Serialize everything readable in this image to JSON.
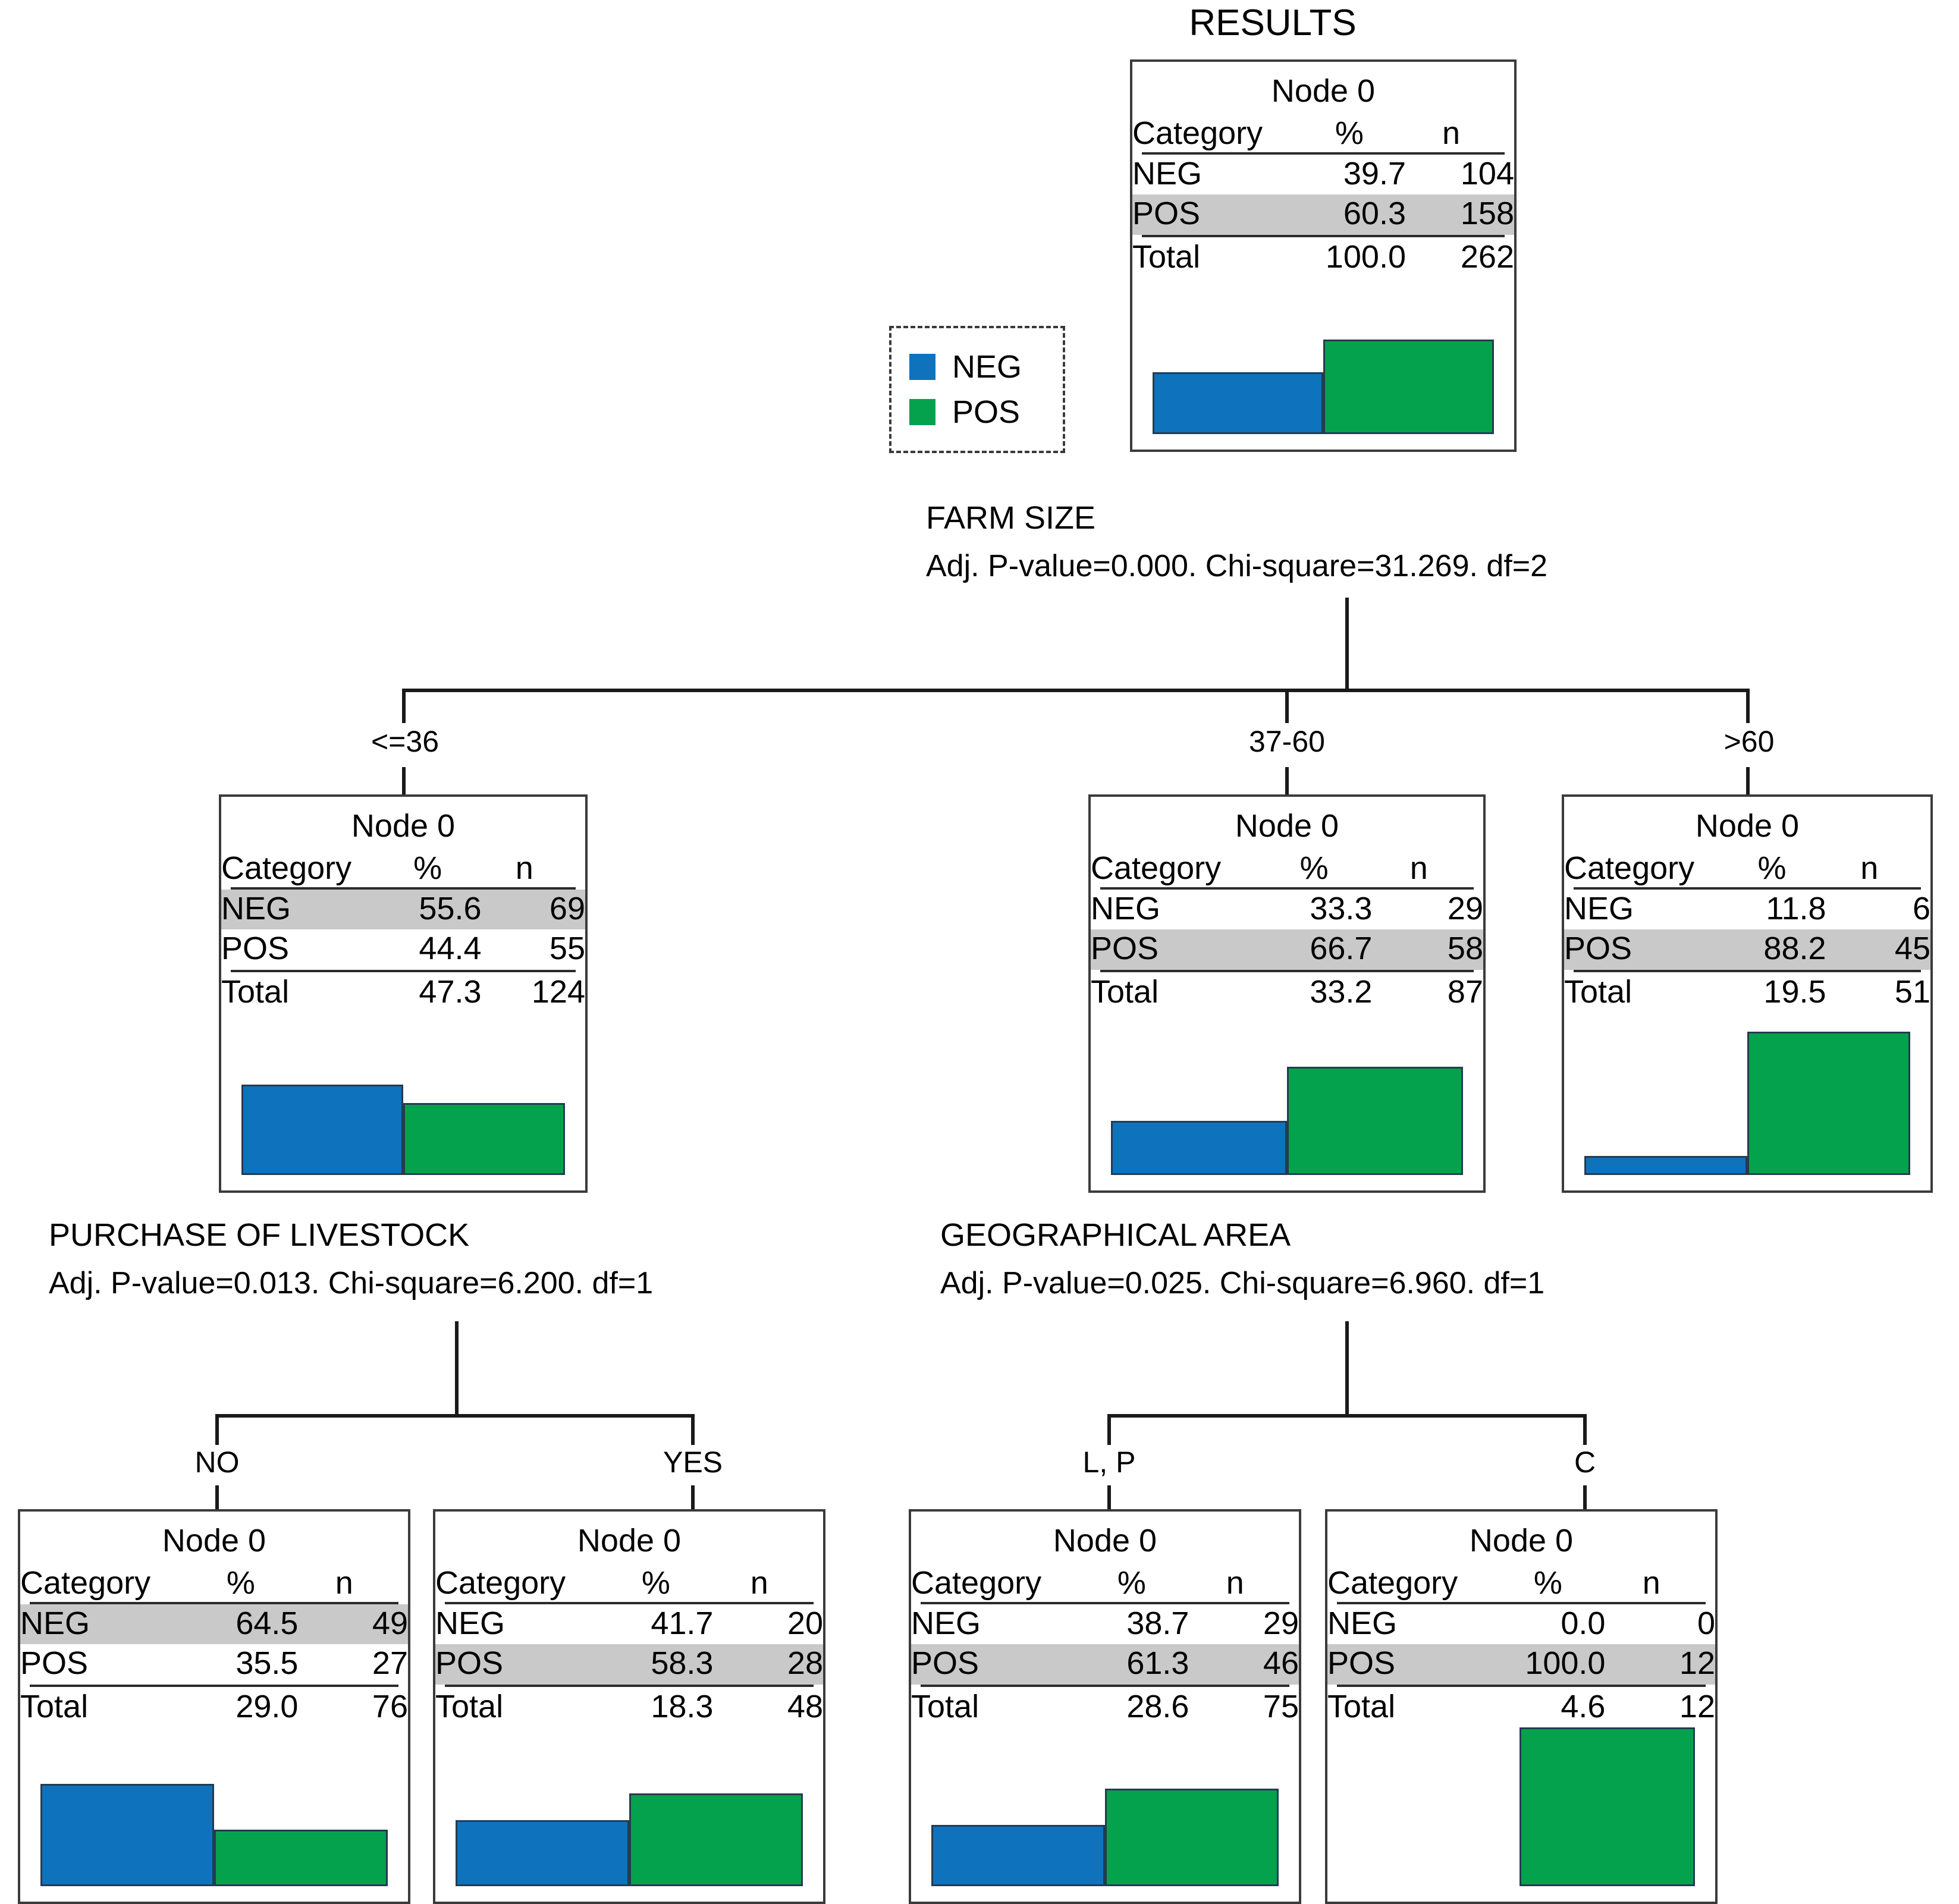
{
  "title": "RESULTS",
  "colors": {
    "neg": "#0f72bc",
    "pos": "#04a24d",
    "highlight": "#c9c9c9",
    "border": "#3b3b3b",
    "line": "#1a1a1a"
  },
  "legend": {
    "items": [
      {
        "label": "NEG",
        "color_key": "neg"
      },
      {
        "label": "POS",
        "color_key": "pos"
      }
    ]
  },
  "table_headers": {
    "category": "Category",
    "percent": "%",
    "count": "n"
  },
  "node_title": "Node 0",
  "splits": [
    {
      "id": "farm-size",
      "variable": "FARM SIZE",
      "stats": "Adj. P-value=0.000.  Chi-square=31.269. df=2",
      "p_value": "0.000",
      "chi_square": "31.269",
      "df": "2",
      "branches": [
        "<=36",
        "37-60",
        ">60"
      ]
    },
    {
      "id": "purchase-of-livestock",
      "variable": "PURCHASE OF LIVESTOCK",
      "stats": "Adj. P-value=0.013.  Chi-square=6.200. df=1",
      "p_value": "0.013",
      "chi_square": "6.200",
      "df": "1",
      "branches": [
        "NO",
        "YES"
      ]
    },
    {
      "id": "geographical-area",
      "variable": "GEOGRAPHICAL AREA",
      "stats": "Adj. P-value=0.025.  Chi-square=6.960. df=1",
      "p_value": "0.025",
      "chi_square": "6.960",
      "df": "1",
      "branches": [
        "L, P",
        "C"
      ]
    }
  ],
  "nodes": {
    "root": {
      "title": "Node 0",
      "branch_label": "",
      "rows": [
        {
          "category": "NEG",
          "percent": "39.7",
          "n": "104",
          "highlight": false
        },
        {
          "category": "POS",
          "percent": "60.3",
          "n": "158",
          "highlight": true
        }
      ],
      "total": {
        "category": "Total",
        "percent": "100.0",
        "n": "262"
      }
    },
    "fs_le36": {
      "title": "Node 0",
      "branch_label": "<=36",
      "rows": [
        {
          "category": "NEG",
          "percent": "55.6",
          "n": "69",
          "highlight": true
        },
        {
          "category": "POS",
          "percent": "44.4",
          "n": "55",
          "highlight": false
        }
      ],
      "total": {
        "category": "Total",
        "percent": "47.3",
        "n": "124"
      }
    },
    "fs_37_60": {
      "title": "Node 0",
      "branch_label": "37-60",
      "rows": [
        {
          "category": "NEG",
          "percent": "33.3",
          "n": "29",
          "highlight": false
        },
        {
          "category": "POS",
          "percent": "66.7",
          "n": "58",
          "highlight": true
        }
      ],
      "total": {
        "category": "Total",
        "percent": "33.2",
        "n": "87"
      }
    },
    "fs_gt60": {
      "title": "Node 0",
      "branch_label": ">60",
      "rows": [
        {
          "category": "NEG",
          "percent": "11.8",
          "n": "6",
          "highlight": false
        },
        {
          "category": "POS",
          "percent": "88.2",
          "n": "45",
          "highlight": true
        }
      ],
      "total": {
        "category": "Total",
        "percent": "19.5",
        "n": "51"
      }
    },
    "pl_no": {
      "title": "Node 0",
      "branch_label": "NO",
      "rows": [
        {
          "category": "NEG",
          "percent": "64.5",
          "n": "49",
          "highlight": true
        },
        {
          "category": "POS",
          "percent": "35.5",
          "n": "27",
          "highlight": false
        }
      ],
      "total": {
        "category": "Total",
        "percent": "29.0",
        "n": "76"
      }
    },
    "pl_yes": {
      "title": "Node 0",
      "branch_label": "YES",
      "rows": [
        {
          "category": "NEG",
          "percent": "41.7",
          "n": "20",
          "highlight": false
        },
        {
          "category": "POS",
          "percent": "58.3",
          "n": "28",
          "highlight": true
        }
      ],
      "total": {
        "category": "Total",
        "percent": "18.3",
        "n": "48"
      }
    },
    "ga_lp": {
      "title": "Node 0",
      "branch_label": "L, P",
      "rows": [
        {
          "category": "NEG",
          "percent": "38.7",
          "n": "29",
          "highlight": false
        },
        {
          "category": "POS",
          "percent": "61.3",
          "n": "46",
          "highlight": true
        }
      ],
      "total": {
        "category": "Total",
        "percent": "28.6",
        "n": "75"
      }
    },
    "ga_c": {
      "title": "Node 0",
      "branch_label": "C",
      "rows": [
        {
          "category": "NEG",
          "percent": "0.0",
          "n": "0",
          "highlight": false
        },
        {
          "category": "POS",
          "percent": "100.0",
          "n": "12",
          "highlight": true
        }
      ],
      "total": {
        "category": "Total",
        "percent": "4.6",
        "n": "12"
      }
    }
  },
  "chart_data": {
    "type": "bar",
    "title": "RESULTS",
    "legend": [
      "NEG",
      "POS"
    ],
    "legend_position": "left-of-root",
    "target": "RESULTS",
    "tree_type": "CHAID decision tree",
    "root": {
      "name": "Node 0",
      "categories": [
        "NEG",
        "POS"
      ],
      "percent": [
        39.7,
        60.3
      ],
      "n": [
        104,
        158
      ],
      "total_percent": 100.0,
      "total_n": 262,
      "split_variable": "FARM SIZE",
      "adj_p_value": 0.0,
      "chi_square": 31.269,
      "df": 2,
      "children": [
        {
          "branch": "<=36",
          "name": "Node 0",
          "categories": [
            "NEG",
            "POS"
          ],
          "percent": [
            55.6,
            44.4
          ],
          "n": [
            69,
            55
          ],
          "total_percent": 47.3,
          "total_n": 124,
          "split_variable": "PURCHASE OF LIVESTOCK",
          "adj_p_value": 0.013,
          "chi_square": 6.2,
          "df": 1,
          "children": [
            {
              "branch": "NO",
              "name": "Node 0",
              "categories": [
                "NEG",
                "POS"
              ],
              "percent": [
                64.5,
                35.5
              ],
              "n": [
                49,
                27
              ],
              "total_percent": 29.0,
              "total_n": 76,
              "children": []
            },
            {
              "branch": "YES",
              "name": "Node 0",
              "categories": [
                "NEG",
                "POS"
              ],
              "percent": [
                41.7,
                58.3
              ],
              "n": [
                20,
                28
              ],
              "total_percent": 18.3,
              "total_n": 48,
              "children": []
            }
          ]
        },
        {
          "branch": "37-60",
          "name": "Node 0",
          "categories": [
            "NEG",
            "POS"
          ],
          "percent": [
            33.3,
            66.7
          ],
          "n": [
            29,
            58
          ],
          "total_percent": 33.2,
          "total_n": 87,
          "split_variable": "GEOGRAPHICAL AREA",
          "adj_p_value": 0.025,
          "chi_square": 6.96,
          "df": 1,
          "children": [
            {
              "branch": "L, P",
              "name": "Node 0",
              "categories": [
                "NEG",
                "POS"
              ],
              "percent": [
                38.7,
                61.3
              ],
              "n": [
                29,
                46
              ],
              "total_percent": 28.6,
              "total_n": 75,
              "children": []
            },
            {
              "branch": "C",
              "name": "Node 0",
              "categories": [
                "NEG",
                "POS"
              ],
              "percent": [
                0.0,
                100.0
              ],
              "n": [
                0,
                12
              ],
              "total_percent": 4.6,
              "total_n": 12,
              "children": []
            }
          ]
        },
        {
          "branch": ">60",
          "name": "Node 0",
          "categories": [
            "NEG",
            "POS"
          ],
          "percent": [
            11.8,
            88.2
          ],
          "n": [
            6,
            45
          ],
          "total_percent": 19.5,
          "total_n": 51,
          "children": []
        }
      ]
    }
  }
}
